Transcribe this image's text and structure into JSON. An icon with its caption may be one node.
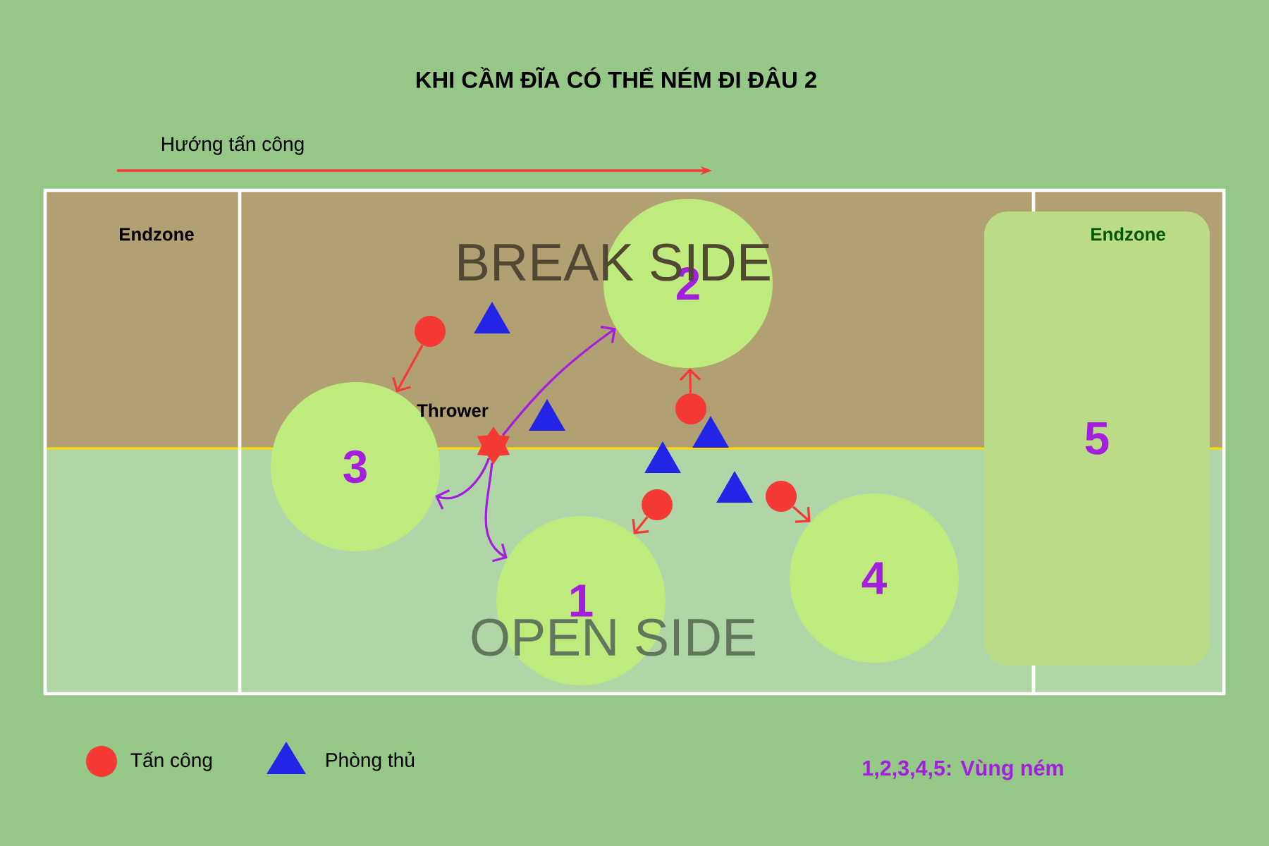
{
  "diagram": {
    "title": "KHI CẦM ĐĨA CÓ THỂ NÉM ĐI ĐÂU 2",
    "nodes": [
      {
        "text": [
          "1"
        ]
      },
      {
        "text": [
          "2"
        ]
      },
      {
        "text": [
          "3"
        ]
      },
      {
        "text": [
          "4"
        ]
      },
      {
        "text": [
          "5"
        ]
      },
      {
        "text": [
          "Thrower"
        ]
      },
      {
        "text": [],
        "shape": "circle"
      },
      {
        "text": [],
        "shape": "circle"
      },
      {
        "text": [],
        "shape": "circle"
      },
      {
        "text": [],
        "shape": "circle"
      },
      {
        "text": [],
        "shape": "triangle"
      },
      {
        "text": [],
        "shape": "triangle"
      },
      {
        "text": [],
        "shape": "triangle"
      },
      {
        "text": [],
        "shape": "triangle"
      },
      {
        "text": [],
        "shape": "triangle"
      }
    ],
    "edges": [
      {
        "from": 5,
        "to": 1,
        "arrow": "to",
        "color": "#a41ee0"
      },
      {
        "from": 5,
        "to": 2,
        "arrow": "to",
        "color": "#a41ee0"
      },
      {
        "from": 5,
        "to": 0,
        "arrow": "to",
        "color": "#a41ee0"
      },
      {
        "from": 6,
        "to": 2,
        "arrow": "to"
      },
      {
        "from": 7,
        "to": 1,
        "arrow": "to"
      },
      {
        "from": 8,
        "to": 0,
        "arrow": "to"
      },
      {
        "from": 9,
        "to": 3,
        "arrow": "to"
      }
    ],
    "labels": [
      "Hướng tấn công",
      "Endzone",
      "BREAK SIDE",
      "Endzone",
      "OPEN SIDE",
      "1,2,3,4,5: Vùng ném"
    ],
    "legend": [
      {
        "text": "Tấn công"
      },
      {
        "text": "Phòng thủ"
      }
    ]
  }
}
